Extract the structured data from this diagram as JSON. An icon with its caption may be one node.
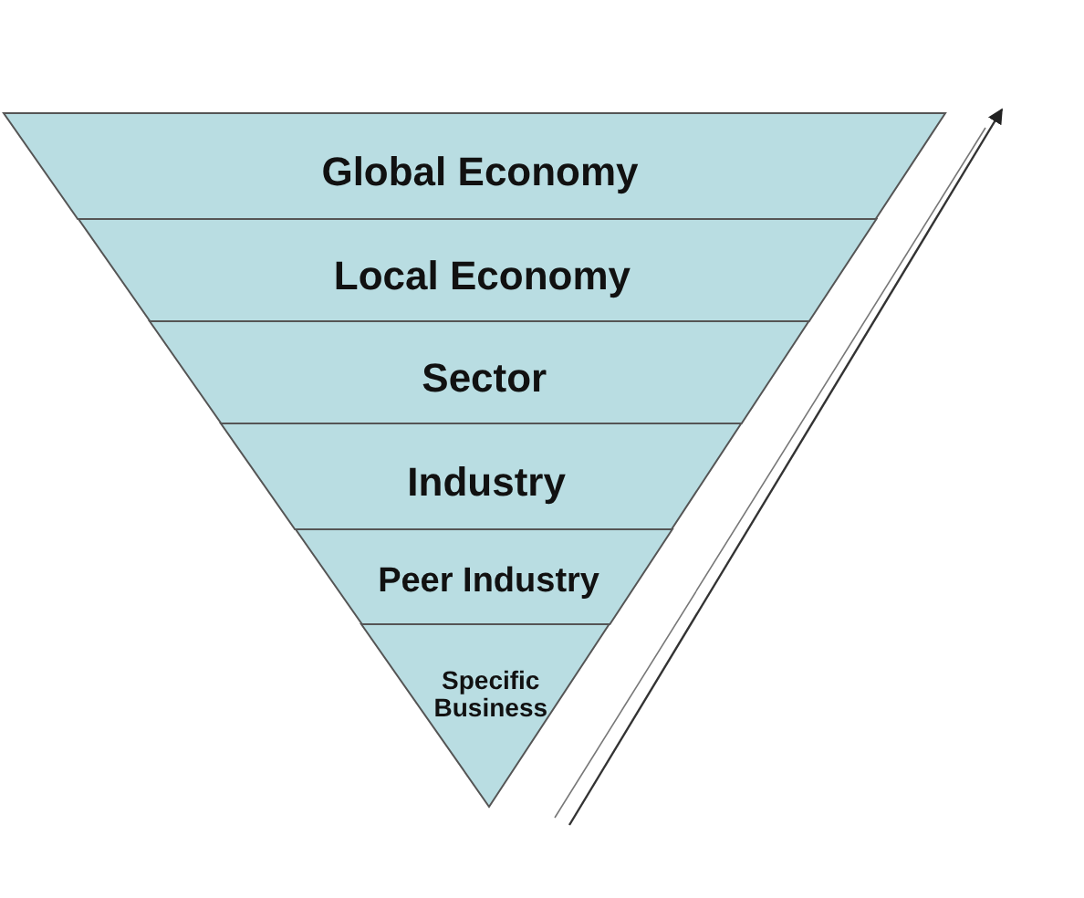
{
  "diagram": {
    "nodes": [
      {
        "text": [
          "Global Economy"
        ]
      },
      {
        "text": [
          "Local Economy"
        ]
      },
      {
        "text": [
          "Sector"
        ]
      },
      {
        "text": [
          "Industry"
        ]
      },
      {
        "text": [
          "Peer Industry"
        ]
      },
      {
        "text": [
          "Specific Business"
        ]
      }
    ]
  }
}
